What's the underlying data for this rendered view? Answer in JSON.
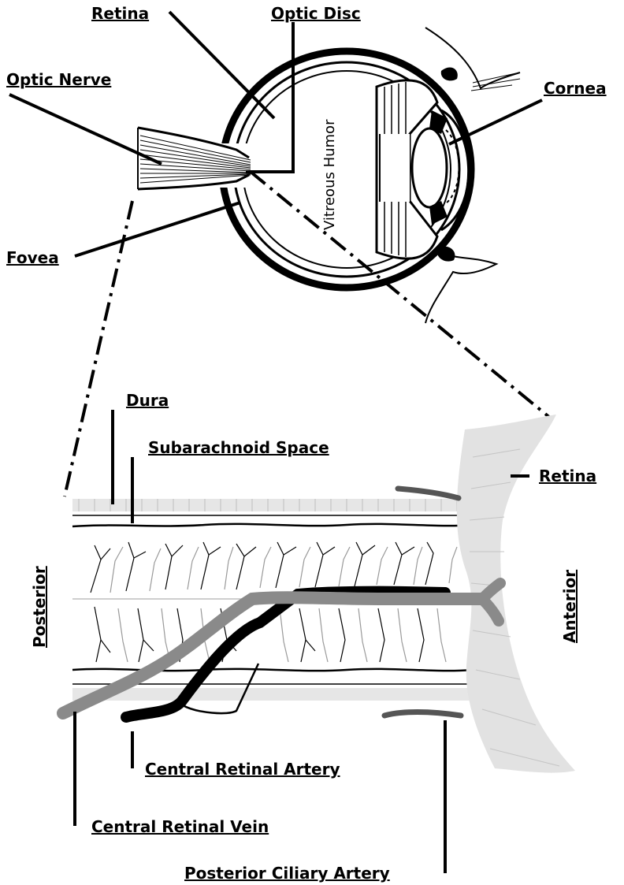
{
  "labels": {
    "retina_top": "Retina",
    "optic_disc": "Optic Disc",
    "optic_nerve": "Optic Nerve",
    "cornea": "Cornea",
    "vitreous_humor": "Vitreous Humor",
    "fovea": "Fovea",
    "dura": "Dura",
    "subarachnoid_space": "Subarachnoid Space",
    "retina_bottom": "Retina",
    "posterior": "Posterior",
    "anterior": "Anterior",
    "central_retinal_artery": "Central Retinal Artery",
    "central_retinal_vein": "Central Retinal Vein",
    "posterior_ciliary_artery": "Posterior Ciliary Artery"
  }
}
